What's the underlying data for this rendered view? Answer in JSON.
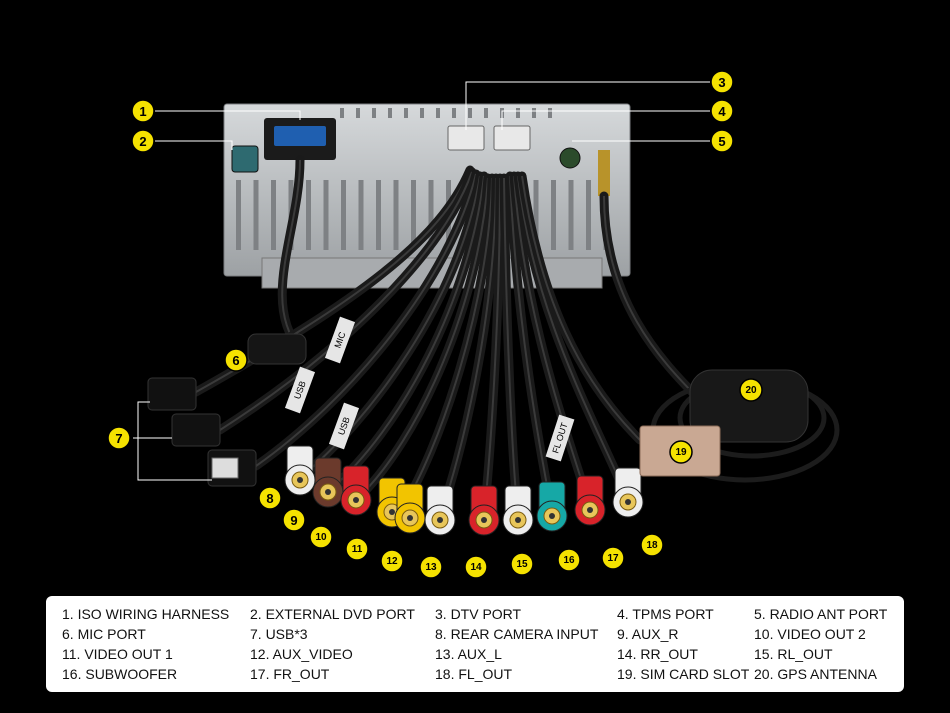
{
  "callouts": [
    {
      "id": "1"
    },
    {
      "id": "2"
    },
    {
      "id": "3"
    },
    {
      "id": "4"
    },
    {
      "id": "5"
    },
    {
      "id": "6"
    },
    {
      "id": "7"
    },
    {
      "id": "8"
    },
    {
      "id": "9"
    },
    {
      "id": "10"
    },
    {
      "id": "11"
    },
    {
      "id": "12"
    },
    {
      "id": "13"
    },
    {
      "id": "14"
    },
    {
      "id": "15"
    },
    {
      "id": "16"
    },
    {
      "id": "17"
    },
    {
      "id": "18"
    },
    {
      "id": "19"
    },
    {
      "id": "20"
    }
  ],
  "cable_labels": [
    "MIC",
    "USB",
    "USB",
    "FL OUT"
  ],
  "legend": [
    "1. ISO WIRING HARNESS",
    "2. EXTERNAL DVD PORT",
    "3. DTV PORT",
    "4. TPMS PORT",
    "5. RADIO ANT PORT",
    "6. MIC PORT",
    "7. USB*3",
    "8. REAR CAMERA INPUT",
    "9. AUX_R",
    "10. VIDEO OUT 2",
    "11. VIDEO OUT 1",
    "12. AUX_VIDEO",
    "13. AUX_L",
    "14. RR_OUT",
    "15. RL_OUT",
    "16. SUBWOOFER",
    "17. FR_OUT",
    "18. FL_OUT",
    "19. SIM CARD SLOT",
    "20. GPS ANTENNA"
  ],
  "colors": {
    "background": "#000000",
    "callout_fill": "#f5e200",
    "chassis": "#c9ccce",
    "cable": "#1a1a1a",
    "rca_red": "#d8232a",
    "rca_white": "#eeeeee",
    "rca_yellow": "#f2c400",
    "rca_cyan": "#16a8a6",
    "rca_brown": "#6b3a2c",
    "iso_connector": "#1f5fb0"
  }
}
